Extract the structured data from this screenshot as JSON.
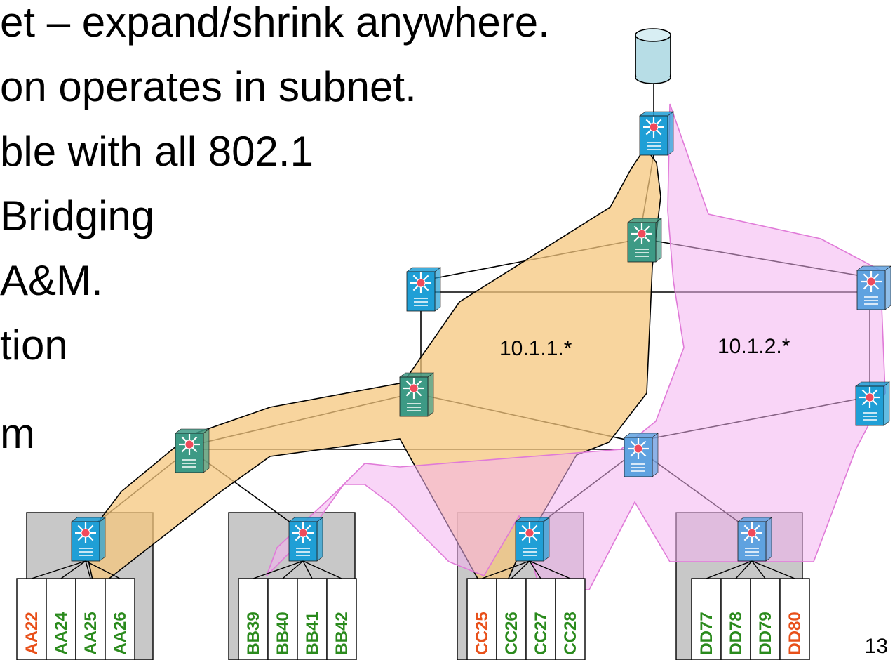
{
  "slide": {
    "bullets": [
      "et – expand/shrink anywhere.",
      "on operates in subnet.",
      "ble with all 802.1",
      "Bridging",
      "A&M.",
      "tion",
      "m"
    ],
    "page_number": "13"
  },
  "subnets": [
    {
      "label": "10.1.1.*",
      "fill": "#f5c77e"
    },
    {
      "label": "10.1.2.*",
      "fill": "#f4b3f0"
    }
  ],
  "racks": [
    {
      "hosts": [
        {
          "name": "AA22",
          "color": "#e8501a"
        },
        {
          "name": "AA24",
          "color": "#2a8a1c"
        },
        {
          "name": "AA25",
          "color": "#2a8a1c"
        },
        {
          "name": "AA26",
          "color": "#2a8a1c"
        }
      ]
    },
    {
      "hosts": [
        {
          "name": "BB39",
          "color": "#2a8a1c"
        },
        {
          "name": "BB40",
          "color": "#2a8a1c"
        },
        {
          "name": "BB41",
          "color": "#2a8a1c"
        },
        {
          "name": "BB42",
          "color": "#2a8a1c"
        }
      ]
    },
    {
      "hosts": [
        {
          "name": "CC25",
          "color": "#e8501a"
        },
        {
          "name": "CC26",
          "color": "#2a8a1c"
        },
        {
          "name": "CC27",
          "color": "#2a8a1c"
        },
        {
          "name": "CC28",
          "color": "#2a8a1c"
        }
      ]
    },
    {
      "hosts": [
        {
          "name": "DD77",
          "color": "#2a8a1c"
        },
        {
          "name": "DD78",
          "color": "#2a8a1c"
        },
        {
          "name": "DD79",
          "color": "#2a8a1c"
        },
        {
          "name": "DD80",
          "color": "#e8501a"
        }
      ]
    }
  ],
  "colors": {
    "switch_blue": "#1f9fd6",
    "switch_teal": "#3d9a85",
    "switch_light": "#5fa2e0",
    "switch_star": "#f04a5c",
    "rack_gray": "#c8c8c8",
    "database": "#b7dde6"
  }
}
